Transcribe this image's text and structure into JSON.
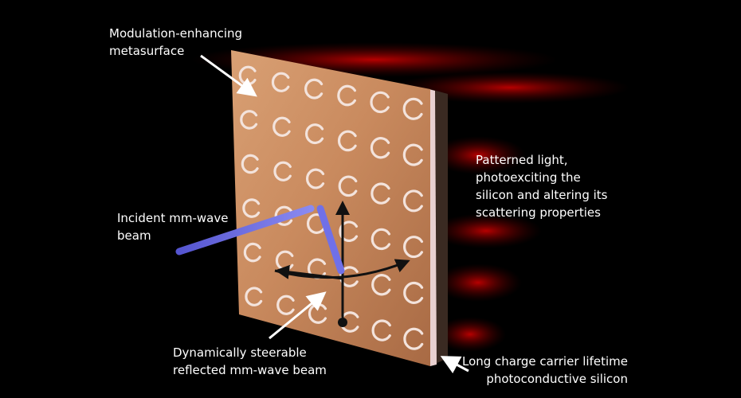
{
  "colors": {
    "background": "#000000",
    "copper": "#c98a5e",
    "silicon_edge": "#3a2a22",
    "patterned_light": "#b00000",
    "beam": "#6e6ee0",
    "arrows": "#111111"
  },
  "labels": {
    "metasurface": {
      "line1": "Modulation-enhancing",
      "line2": "metasurface"
    },
    "incident": {
      "line1": "Incident mm-wave",
      "line2": "beam"
    },
    "reflected": {
      "line1": "Dynamically steerable",
      "line2": "reflected mm-wave beam"
    },
    "light": {
      "line1": "Patterned light,",
      "line2": "photoexciting the",
      "line3": "silicon and altering its",
      "line4": "scattering properties"
    },
    "silicon": {
      "line1": "Long charge carrier lifetime",
      "line2": "photoconductive silicon"
    }
  },
  "metasurface": {
    "rows": 6,
    "columns": 6,
    "element": "split-ring-resonator"
  }
}
